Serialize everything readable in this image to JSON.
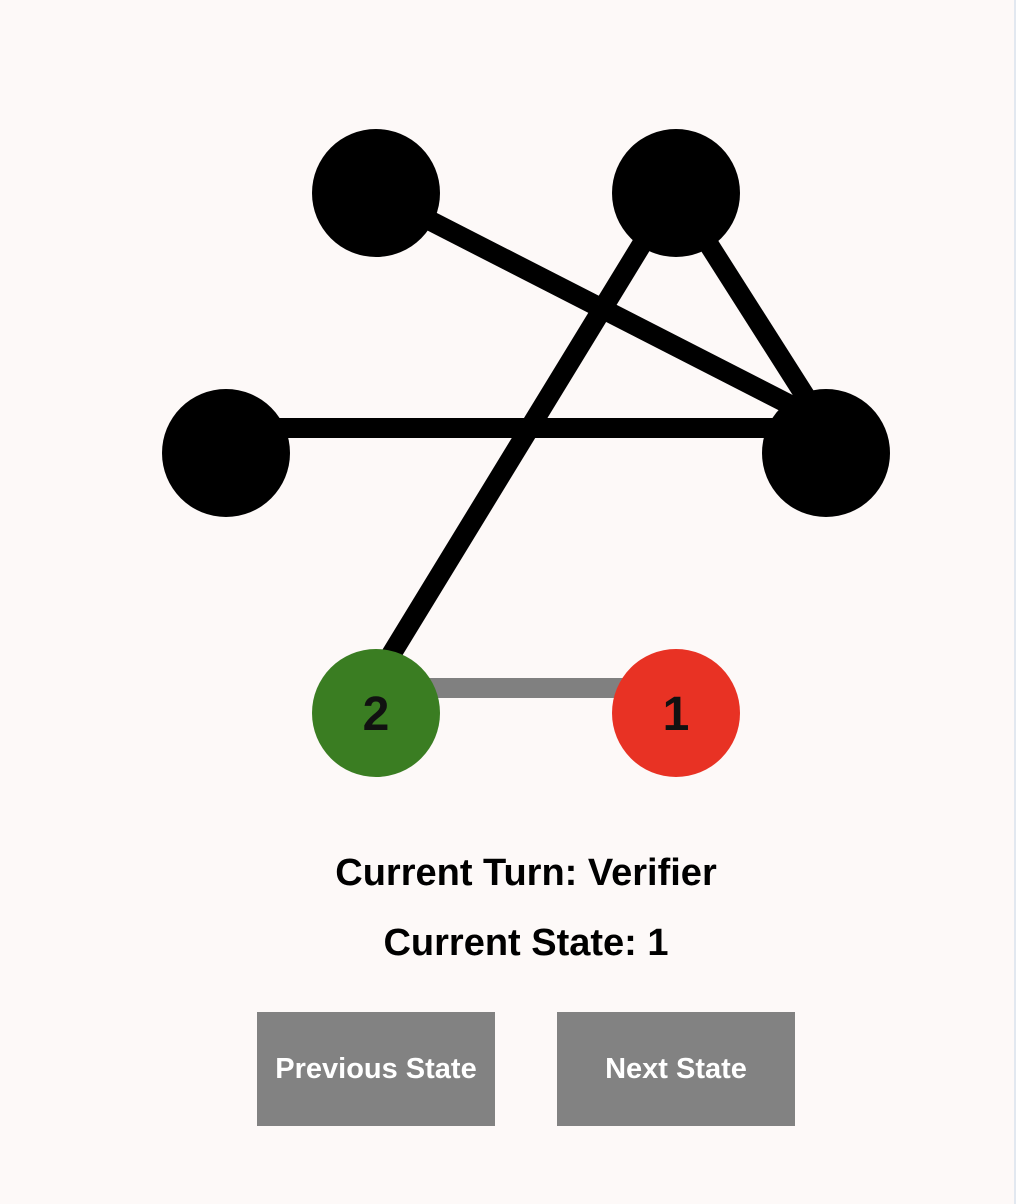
{
  "graph": {
    "nodes": [
      {
        "id": "top-left",
        "color": "#000000",
        "label": ""
      },
      {
        "id": "top-right",
        "color": "#000000",
        "label": ""
      },
      {
        "id": "middle-left",
        "color": "#000000",
        "label": ""
      },
      {
        "id": "middle-right",
        "color": "#000000",
        "label": ""
      },
      {
        "id": "bottom-left",
        "color": "#3a7d22",
        "label": "2"
      },
      {
        "id": "bottom-right",
        "color": "#e83224",
        "label": "1"
      }
    ],
    "edges": [
      {
        "from": "top-left",
        "to": "middle-right",
        "color": "#000000"
      },
      {
        "from": "top-right",
        "to": "middle-right",
        "color": "#000000"
      },
      {
        "from": "top-right",
        "to": "bottom-left",
        "color": "#000000"
      },
      {
        "from": "middle-left",
        "to": "middle-right",
        "color": "#000000"
      },
      {
        "from": "bottom-left",
        "to": "bottom-right",
        "color": "#808080"
      }
    ]
  },
  "status": {
    "turn_text": "Current Turn: Verifier",
    "state_text": "Current State: 1"
  },
  "controls": {
    "prev_label": "Previous State",
    "next_label": "Next State"
  },
  "colors": {
    "background": "#fdf9f8",
    "button": "#828282",
    "verifier_node": "#3a7d22",
    "prover_node": "#e83224"
  }
}
